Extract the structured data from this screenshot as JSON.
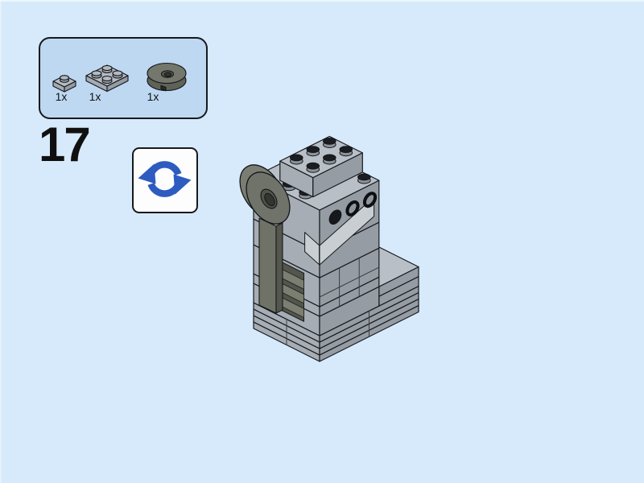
{
  "page": {
    "background_color": "#d7eafb"
  },
  "step": {
    "number": "17"
  },
  "parts_panel": {
    "items": [
      {
        "count_label": "1x",
        "part_name": "plate-1x1-light-gray"
      },
      {
        "count_label": "1x",
        "part_name": "plate-2x2-light-gray"
      },
      {
        "count_label": "1x",
        "part_name": "round-tile-2x2-dark-gray"
      }
    ]
  },
  "rotate_symbol": {
    "meaning": "rotate-model",
    "arrow_color": "#2e5bc0"
  },
  "model": {
    "subject": "partially-built-lego-model-isometric-view",
    "colors": {
      "light_gray_top": "#b8bfc7",
      "light_gray_left": "#a6adb5",
      "light_gray_right": "#959ca4",
      "dark_gray": "#70736a",
      "outline": "#17191c"
    }
  }
}
